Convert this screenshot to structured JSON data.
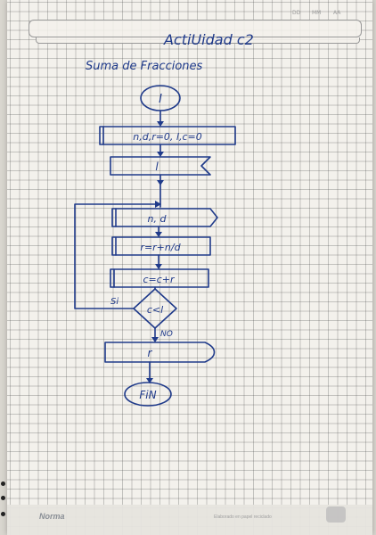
{
  "page_header": {
    "date_marks": [
      "DD",
      "MM",
      "AA"
    ]
  },
  "title": "ActiUidad c2",
  "subtitle": "Suma de Fracciones",
  "flowchart": {
    "start": "I",
    "init": "n,d,r=0, l,c=0",
    "input_l": "l",
    "input_nd": "n, d",
    "proc_r": "r=r+n/d",
    "proc_c": "c=c+r",
    "decision": "c<l",
    "yes_label": "Si",
    "no_label": "NO",
    "output": "r",
    "end": "FiN"
  },
  "footer": {
    "brand": "Norma",
    "text": "Elaborado en papel reciclado"
  }
}
